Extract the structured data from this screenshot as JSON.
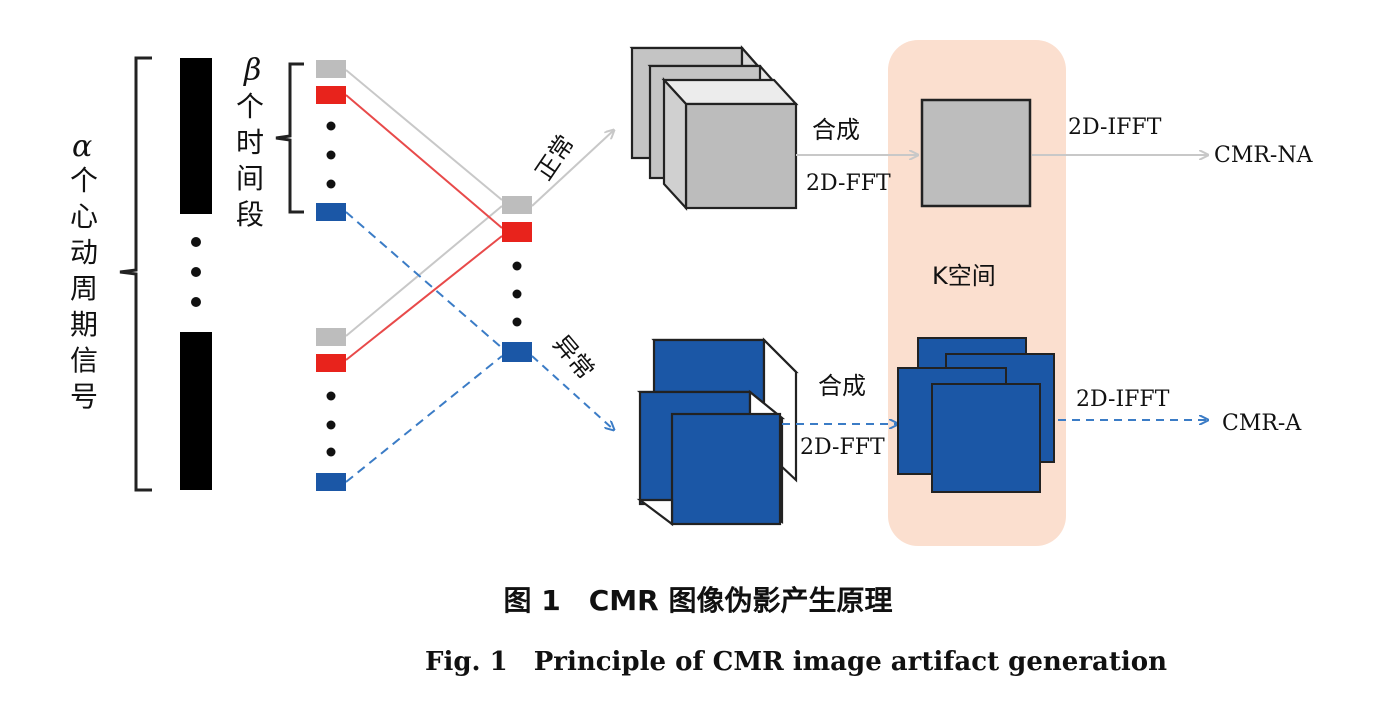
{
  "labels": {
    "alpha_symbol": "α",
    "alpha_text": [
      "个",
      "心",
      "动",
      "周",
      "期",
      "信",
      "号"
    ],
    "beta_symbol": "β",
    "beta_text": [
      "个",
      "时",
      "间",
      "段"
    ],
    "normal_branch": "正常",
    "abnormal_branch": "异常",
    "synth_top": "合成",
    "fft_top": "2D-FFT",
    "ifft_top": "2D-IFFT",
    "output_top": "CMR-NA",
    "kspace": "K空间",
    "synth_bottom": "合成",
    "fft_bottom": "2D-FFT",
    "ifft_bottom": "2D-IFFT",
    "output_bottom": "CMR-A"
  },
  "caption": {
    "cn": "图 1　CMR 图像伪影产生原理",
    "en": "Fig. 1　Principle of CMR image artifact generation"
  },
  "colors": {
    "black": "#000000",
    "gray": "#bdbdbd",
    "red": "#e8231c",
    "blue": "#1b57a6",
    "kspace_bg": "#fbdfcf",
    "arrow_gray": "#c8c8c8",
    "arrow_red": "#e84a4a",
    "arrow_blue": "#3b7cc6"
  }
}
